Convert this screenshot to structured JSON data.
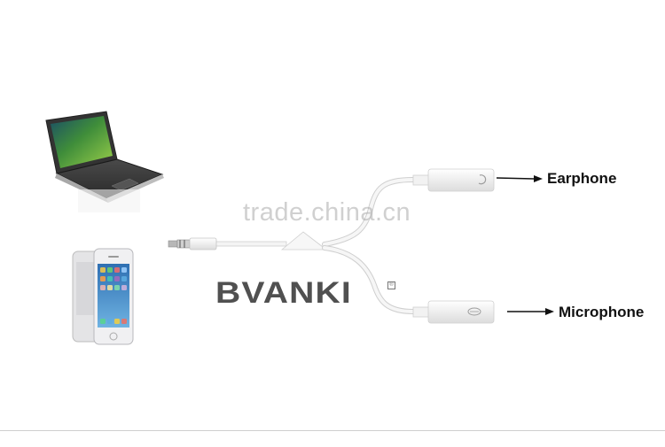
{
  "labels": {
    "earphone": "Earphone",
    "microphone": "Microphone"
  },
  "watermark": "trade.china.cn",
  "brand": {
    "name": "BVANKI",
    "registered_mark": "®"
  },
  "icons": {
    "laptop": "laptop-icon",
    "phone": "smartphone-icon",
    "arrow": "right-arrow-icon"
  },
  "colors": {
    "cable": "#f2f2f2",
    "cable_outline": "#cfcfcf",
    "laptop_screen": "#5a9a2c",
    "phone_body": "#e8e8ea",
    "text": "#111111"
  }
}
